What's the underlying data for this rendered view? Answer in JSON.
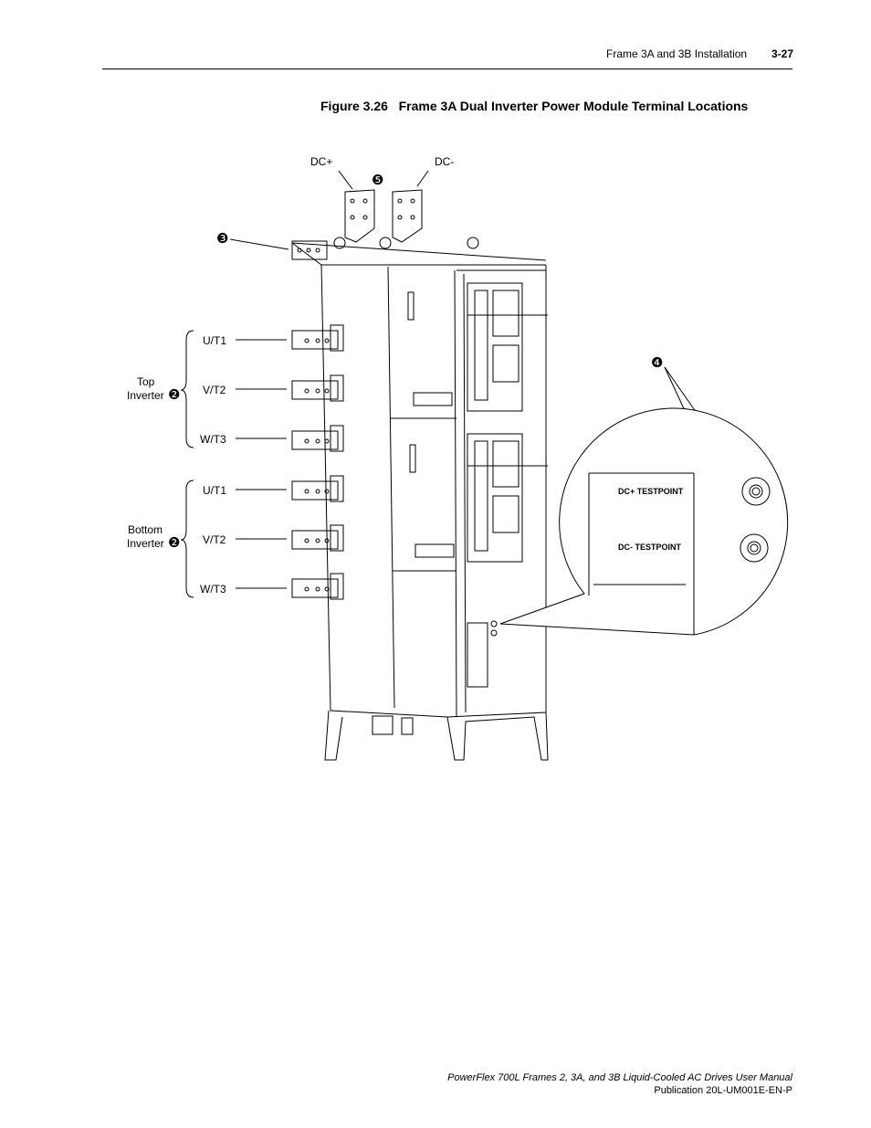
{
  "header": {
    "section": "Frame 3A and 3B Installation",
    "page": "3-27"
  },
  "figure": {
    "title": "Figure 3.26   Frame 3A Dual Inverter Power Module Terminal Locations",
    "labels": {
      "dc_plus": "DC+",
      "dc_minus": "DC-",
      "top_inverter_1": "Top",
      "top_inverter_2": "Inverter",
      "bottom_inverter_1": "Bottom",
      "bottom_inverter_2": "Inverter",
      "top_u": "U/T1",
      "top_v": "V/T2",
      "top_w": "W/T3",
      "bot_u": "U/T1",
      "bot_v": "V/T2",
      "bot_w": "W/T3",
      "dc_plus_testpoint": "DC+ TESTPOINT",
      "dc_minus_testpoint": "DC- TESTPOINT"
    },
    "callouts": {
      "c2_top": "❷",
      "c2_bottom": "❷",
      "c3": "❸",
      "c4": "❹",
      "c5": "❺"
    }
  },
  "footer": {
    "manual": "PowerFlex 700L Frames 2, 3A, and 3B Liquid-Cooled AC Drives User Manual",
    "publication": "Publication 20L-UM001E-EN-P"
  }
}
